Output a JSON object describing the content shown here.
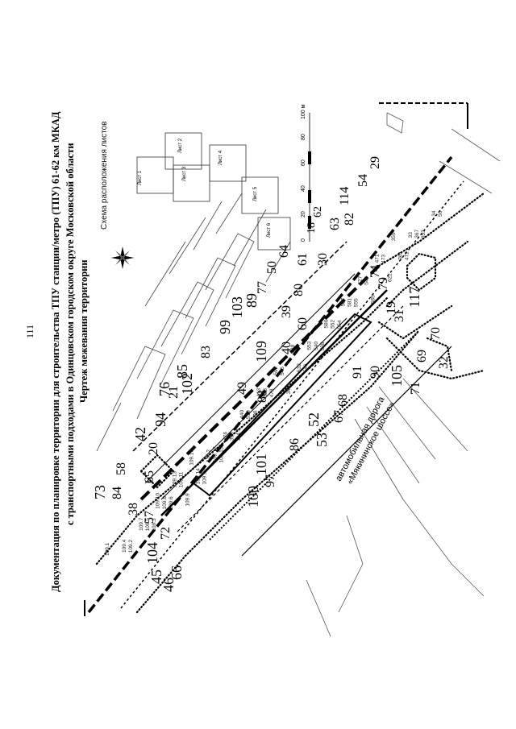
{
  "page_number": "111",
  "title_lines": [
    "Документация по планировке территории для строительства ТПУ станции/метро (ТПУ) 61-62 км МКАД",
    "с транспортными подходами в Одинцовском городском округе Московской области",
    "Чертеж межевания территории"
  ],
  "inset": {
    "title": "Схема расположения листов",
    "sheets": [
      "Лист 1",
      "Лист 2",
      "Лист 3",
      "Лист 4",
      "Лист 5",
      "Лист 6"
    ]
  },
  "scale_bar": {
    "ticks": [
      "0",
      "20",
      "40",
      "60",
      "80",
      "100 м"
    ]
  },
  "road": {
    "line1": "автомобильная дорога",
    "line2": "«Мякининское шоссе»"
  },
  "plot_numbers": [
    "73",
    "58",
    "42",
    "20",
    "94",
    "76",
    "21",
    "85",
    "102",
    "83",
    "99",
    "103",
    "89",
    "77",
    "50",
    "64",
    "39",
    "80",
    "61",
    "18",
    "62",
    "63",
    "114",
    "82",
    "54",
    "29",
    "74",
    "79",
    "19",
    "31",
    "117",
    "70",
    "32",
    "69",
    "71",
    "105",
    "90",
    "91",
    "68",
    "67",
    "52",
    "53",
    "86",
    "101",
    "100",
    "97",
    "88",
    "49",
    "109",
    "40",
    "60",
    "30",
    "104",
    "45",
    "46",
    "66",
    "72",
    "57",
    "38",
    "65",
    "84"
  ],
  "small_labels": [
    "109.1",
    "109.2",
    "109.3",
    "109.4",
    "109.5",
    "109.6",
    "109.7",
    "109.8",
    "109.9",
    "109.10",
    "109.11",
    "109.12",
    "109.13",
    "109.14",
    "109.15",
    "109.16",
    "109.17",
    "114.1",
    "114.2",
    "398",
    "396",
    "476",
    "510",
    "478",
    "440",
    "338",
    "342",
    "413",
    "545",
    "546",
    "592",
    "532",
    "538",
    "539",
    "540",
    "554",
    "553",
    "552",
    "555",
    "586",
    "581",
    "585",
    "587",
    "548",
    "622",
    "627",
    "473",
    "472",
    "471",
    "361",
    "353",
    "355",
    "367",
    "50",
    "33",
    "34"
  ]
}
